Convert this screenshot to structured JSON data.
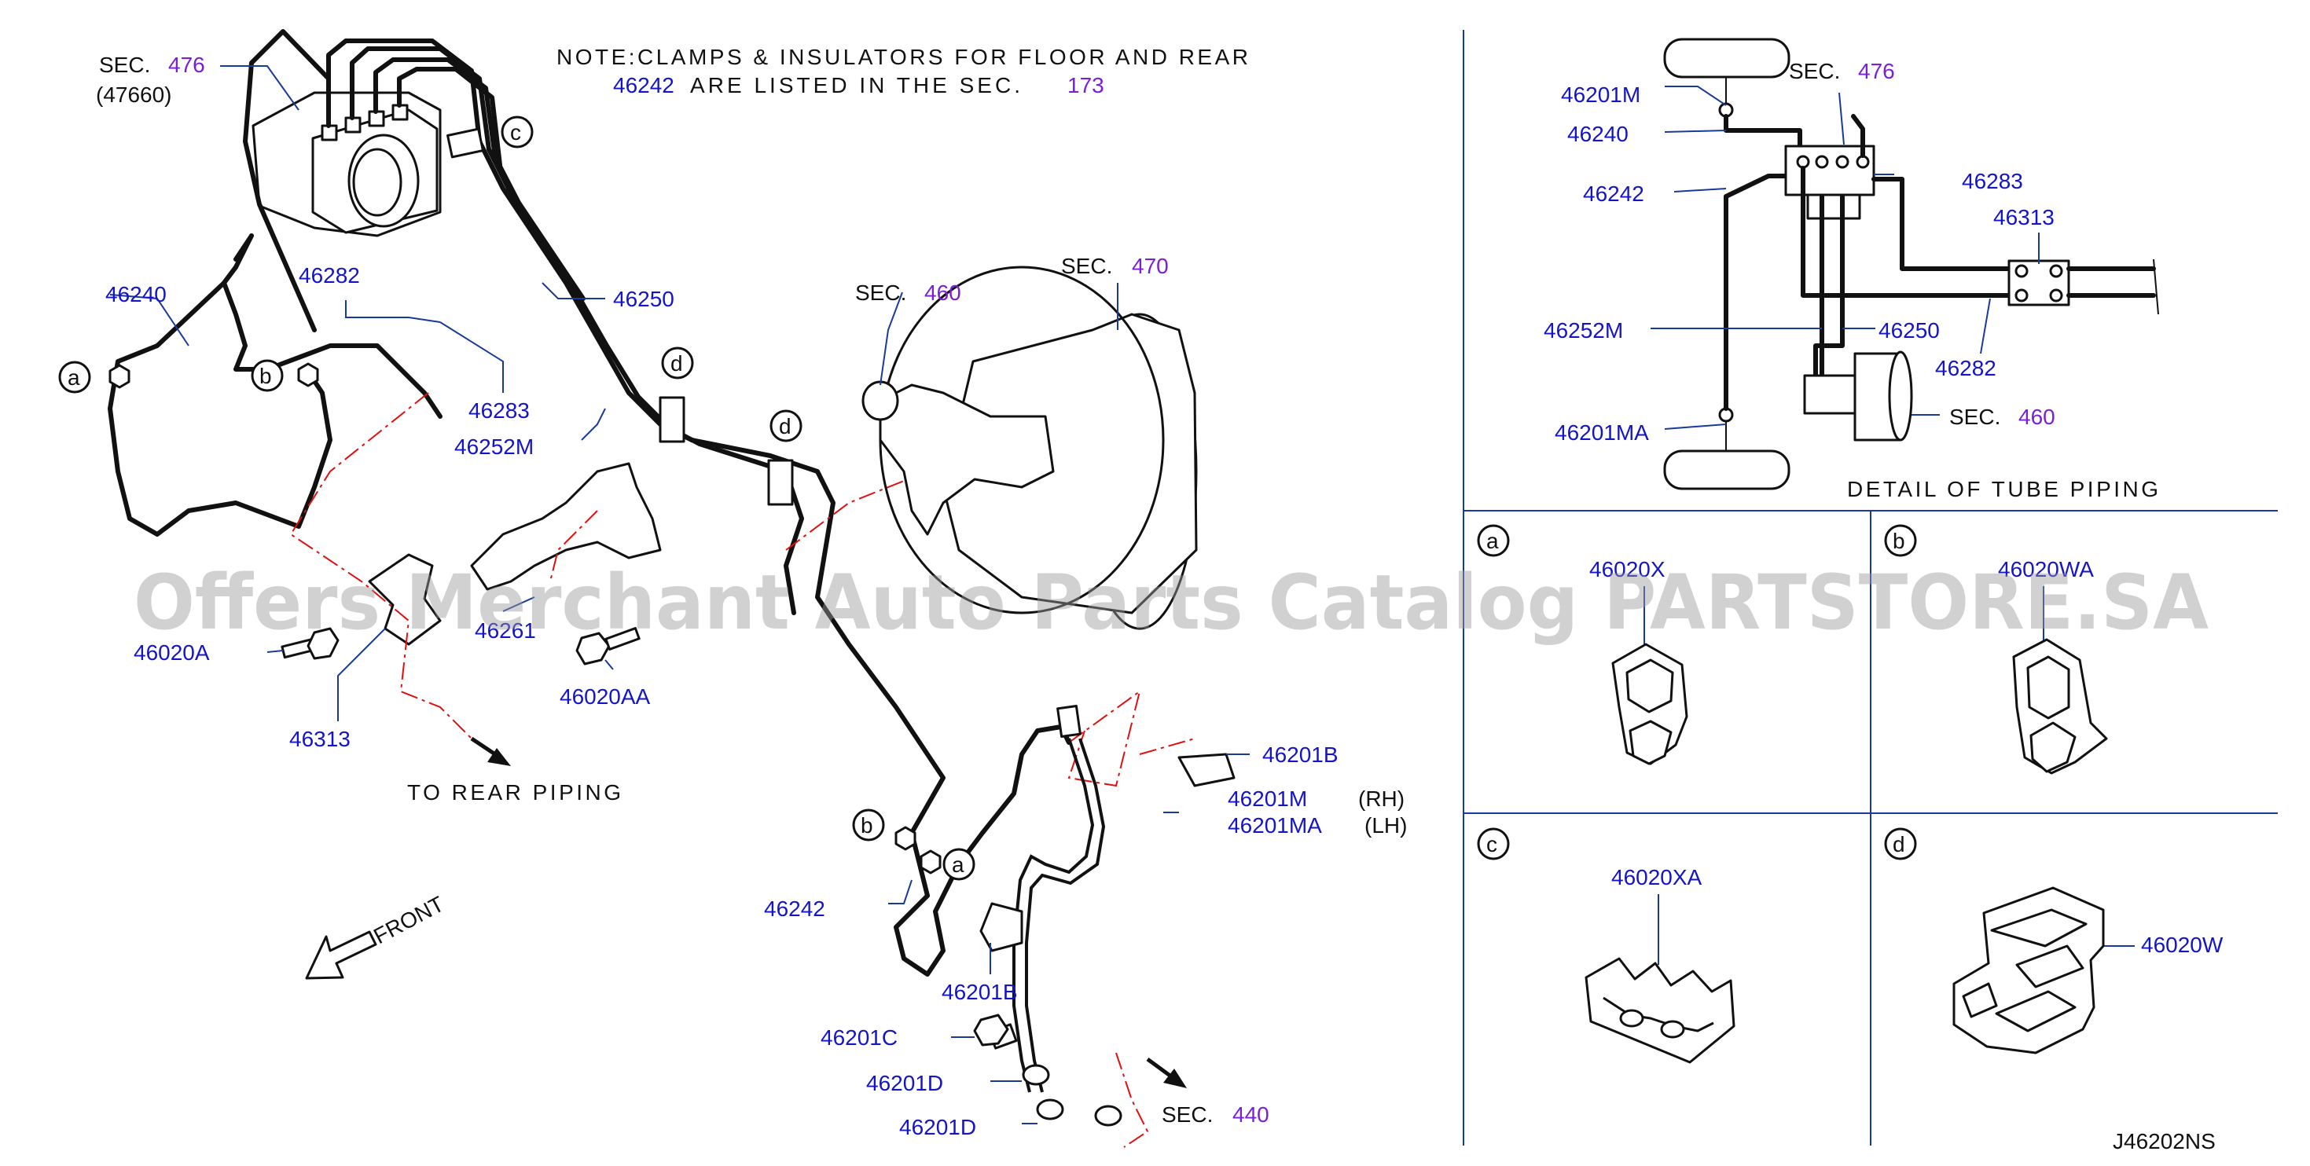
{
  "note": {
    "line1": "NOTE:CLAMPS & INSULATORS FOR FLOOR AND REAR",
    "line2_code": "46242",
    "line2_text": "ARE LISTED IN THE SEC.",
    "line2_sec": "173"
  },
  "main_labels": {
    "sec476_word": "SEC.",
    "sec476_num": "476",
    "sec476_sub": "(47660)",
    "p46240": "46240",
    "p46282": "46282",
    "p46250": "46250",
    "p46283": "46283",
    "p46252M": "46252M",
    "p46261": "46261",
    "p46020A": "46020A",
    "p46020AA": "46020AA",
    "p46313": "46313",
    "to_rear": "TO REAR PIPING",
    "sec460_word": "SEC.",
    "sec460_num": "460",
    "sec470_word": "SEC.",
    "sec470_num": "470",
    "p46201B_top": "46201B",
    "p46201M": "46201M",
    "rh": "(RH)",
    "p46201MA": "46201MA",
    "lh": "(LH)",
    "p46242": "46242",
    "p46201B_bot": "46201B",
    "p46201C": "46201C",
    "p46201D_1": "46201D",
    "p46201D_2": "46201D",
    "sec440_word": "SEC.",
    "sec440_num": "440",
    "front": "FRONT"
  },
  "callouts": {
    "a": "a",
    "b": "b",
    "c": "c",
    "d": "d"
  },
  "detail": {
    "title": "DETAIL OF TUBE PIPING",
    "sec476_word": "SEC.",
    "sec476_num": "476",
    "p46201M": "46201M",
    "p46240": "46240",
    "p46242": "46242",
    "p46283": "46283",
    "p46313": "46313",
    "p46252M": "46252M",
    "p46250": "46250",
    "p46282": "46282",
    "sec460_word": "SEC.",
    "sec460_num": "460",
    "p46201MA": "46201MA"
  },
  "clip_panels": [
    {
      "letter": "a",
      "part": "46020X"
    },
    {
      "letter": "b",
      "part": "46020WA"
    },
    {
      "letter": "c",
      "part": "46020XA"
    },
    {
      "letter": "d",
      "part": "46020W"
    }
  ],
  "diagram_code": "J46202NS",
  "watermark": "Offers Merchant Auto Parts Catalog PARTSTORE.SA",
  "colors": {
    "part_number": "#1414c8",
    "section_number": "#7a1fd6",
    "red_phantom": "#e01010",
    "line": "#111111"
  }
}
